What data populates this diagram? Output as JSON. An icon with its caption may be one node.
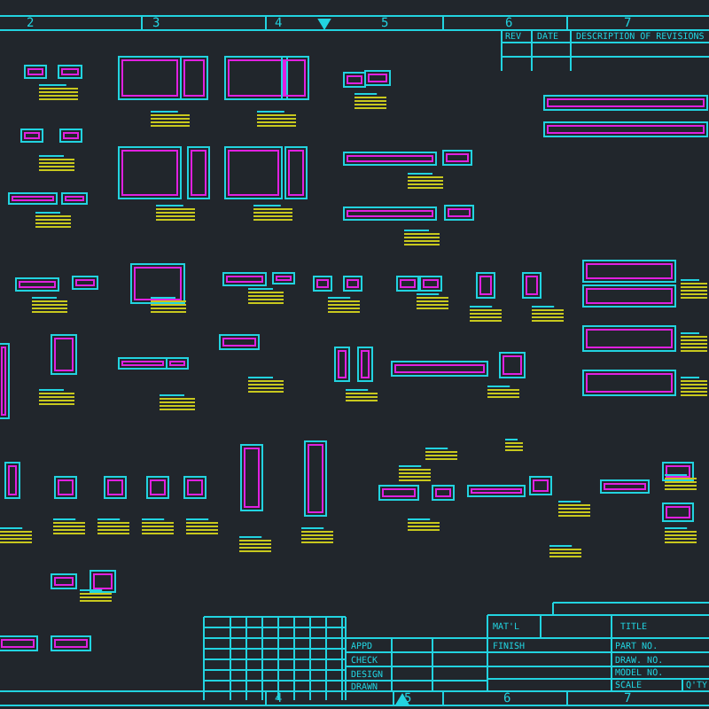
{
  "diagram": {
    "labels": [
      "2",
      "3",
      "4",
      "5",
      "6",
      "7",
      "REV",
      "DATE",
      "DESCRIPTION OF REVISIONS",
      "MAT'L",
      "TITLE",
      "FINISH",
      "PART NO.",
      "DRAW. NO.",
      "MODEL NO.",
      "SCALE",
      "Q'TY",
      "APPD",
      "CHECK",
      "DESIGN",
      "DRAWN",
      "4",
      "5",
      "6",
      "7"
    ]
  }
}
